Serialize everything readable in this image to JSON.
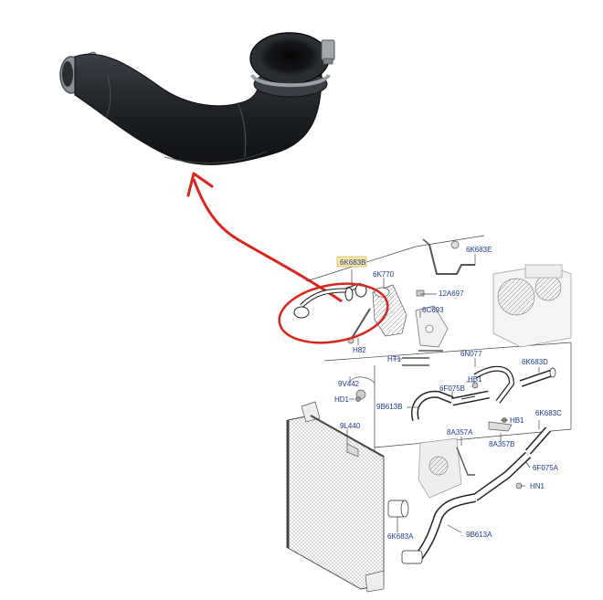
{
  "labels": {
    "p6k683b": "6K683B",
    "p6k770": "6K770",
    "p6k683e": "6K683E",
    "p12a697": "12A697",
    "p6c693": "6C693",
    "ph82": "H82",
    "pht1": "HT1",
    "p6n077": "6N077",
    "p6k683d": "6K683D",
    "p9v442": "9V442",
    "phb1a": "HB1",
    "pnd1": "HD1",
    "p6f075b": "6F075B",
    "p9b613b": "9B613B",
    "p9l440": "9L440",
    "phb1b": "HB1",
    "p6k683c": "6K683C",
    "p8a357a": "8A357A",
    "p8a357b": "8A357B",
    "p6f075a": "6F075A",
    "phn1": "HN1",
    "p6k683a": "6K683A",
    "p9b613a": "9B613A"
  },
  "highlighted_part": "6K683B",
  "colors": {
    "hose": "#23262b",
    "clamp": "#9aa0a6",
    "arrow": "#d9261c",
    "label": "#1a3a8c",
    "highlight": "#fbe7a6"
  }
}
